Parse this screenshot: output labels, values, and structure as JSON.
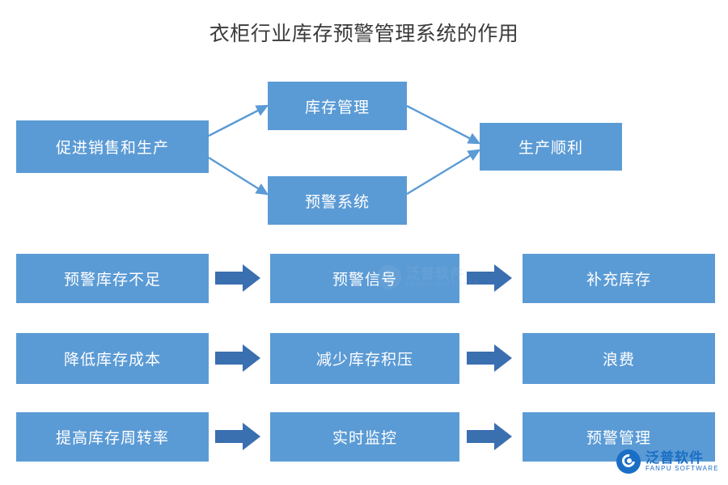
{
  "title": "衣柜行业库存预警管理系统的作用",
  "nodes": {
    "promote_sales": "促进销售和生产",
    "inventory_mgmt": "库存管理",
    "warning_system": "预警系统",
    "smooth_production": "生产顺利",
    "row1": [
      "预警库存不足",
      "预警信号",
      "补充库存"
    ],
    "row2": [
      "降低库存成本",
      "减少库存积压",
      "浪费"
    ],
    "row3": [
      "提高库存周转率",
      "实时监控",
      "预警管理"
    ]
  },
  "watermark": {
    "cn": "泛普软件",
    "en": "FANPU SOFTWARE"
  },
  "colors": {
    "box_fill": "#5b9bd5",
    "arrow": "#3a6fb0",
    "connector": "#5b9bd5",
    "title_text": "#3a3a3a",
    "box_text": "#ffffff"
  }
}
